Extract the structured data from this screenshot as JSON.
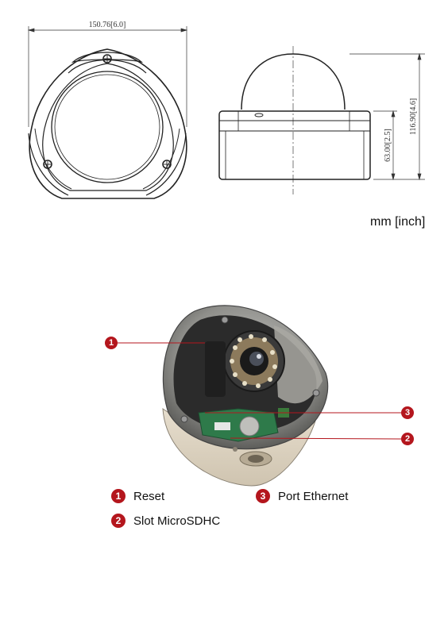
{
  "dimensions": {
    "width": "150.76[6.0]",
    "total_height": "116.90[4.6]",
    "base_height": "63.00[2.5]",
    "unit_note": "mm [inch]"
  },
  "legend": {
    "items": [
      {
        "number": "1",
        "label": "Reset"
      },
      {
        "number": "2",
        "label": "Slot MicroSDHC"
      },
      {
        "number": "3",
        "label": "Port Ethernet"
      }
    ]
  },
  "colors": {
    "accent": "#b4161d",
    "line": "#222222"
  }
}
